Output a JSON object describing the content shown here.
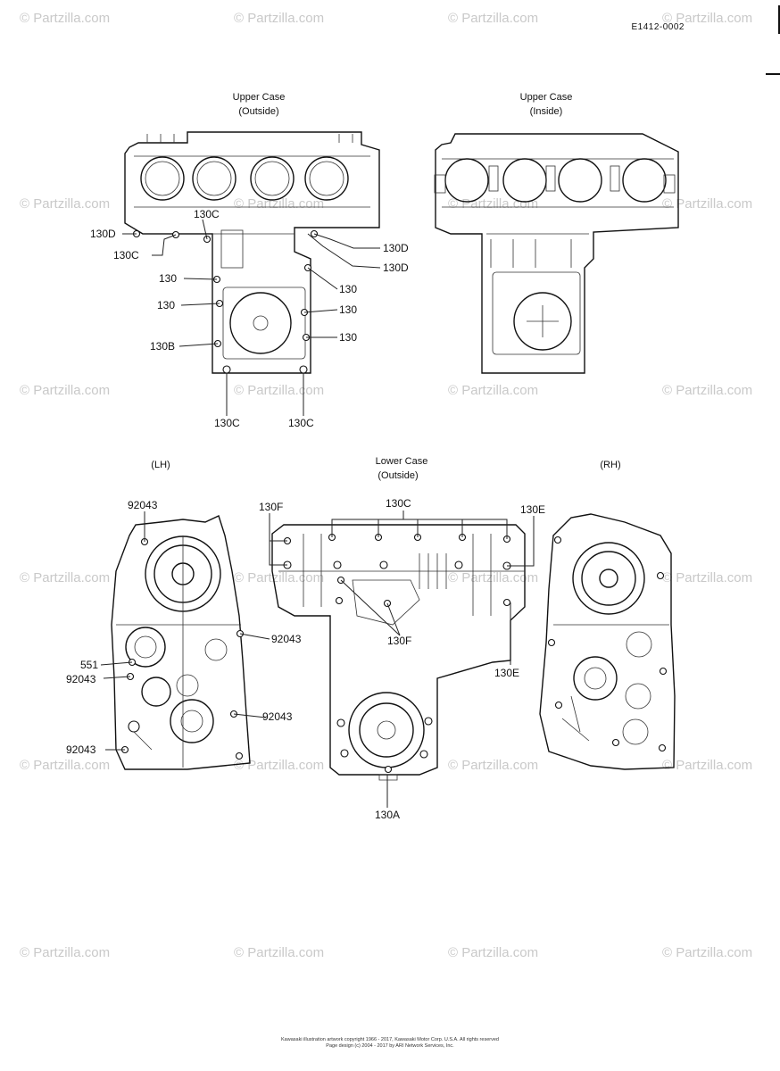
{
  "doc_code": "E1412-0002",
  "watermark": "© Partzilla.com",
  "views": {
    "upper_outside": {
      "line1": "Upper Case",
      "line2": "(Outside)"
    },
    "upper_inside": {
      "line1": "Upper Case",
      "line2": "(Inside)"
    },
    "lower_outside": {
      "line1": "Lower Case",
      "line2": "(Outside)"
    },
    "lh": "(LH)",
    "rh": "(RH)"
  },
  "callouts": {
    "c130D_left": "130D",
    "c130C_top": "130C",
    "c130C_left": "130C",
    "c130_trunc": "130",
    "c130_left": "130",
    "c130B": "130B",
    "c130D_r1": "130D",
    "c130D_r2": "130D",
    "c130_r1": "130",
    "c130_r2": "130",
    "c130_r3": "130",
    "c130C_bl": "130C",
    "c130C_br": "130C",
    "c92043_tl": "92043",
    "c92043_m": "92043",
    "c551": "551",
    "c92043_l2": "92043",
    "c92043_r": "92043",
    "c92043_bl": "92043",
    "c130F_top": "130F",
    "c130C_lower": "130C",
    "c130E_top": "130E",
    "c130F_mid": "130F",
    "c130E_mid": "130E",
    "c130A": "130A"
  },
  "footer": {
    "line1": "Kawasaki illustration artwork copyright 1966 - 2017, Kawasaki Motor Corp. U.S.A. All rights reserved",
    "line2": "Page design (c) 2004 - 2017 by ARI Network Services, Inc."
  }
}
